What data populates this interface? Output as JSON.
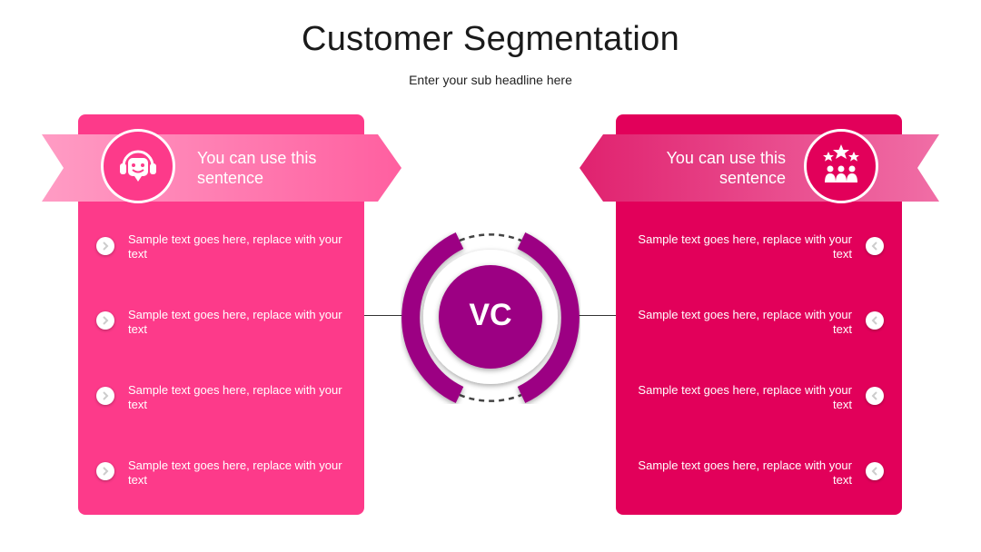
{
  "header": {
    "title": "Customer Segmentation",
    "subtitle": "Enter your sub headline here"
  },
  "center": {
    "label": "VC"
  },
  "left_panel": {
    "heading": "You can use this sentence",
    "icon": "support-headset-icon",
    "color": "#fd3a8a",
    "items": [
      "Sample text goes here, replace with your text",
      "Sample text goes here, replace with your text",
      "Sample text goes here, replace with your text",
      "Sample text goes here, replace with your text"
    ]
  },
  "right_panel": {
    "heading": "You can use this sentence",
    "icon": "people-stars-icon",
    "color": "#e2005a",
    "items": [
      "Sample text goes here, replace with your text",
      "Sample text goes here, replace with your text",
      "Sample text goes here, replace with your text",
      "Sample text goes here, replace with your text"
    ]
  },
  "colors": {
    "center_ring": "#9c0083",
    "left_ribbon": "#ff80b3",
    "right_ribbon": "#e84a8c"
  }
}
